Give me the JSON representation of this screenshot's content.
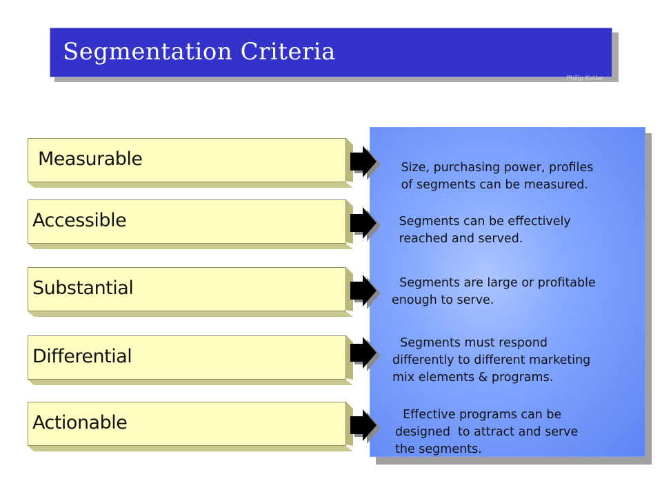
{
  "title": {
    "text": "Segmentation  Criteria",
    "watermark": "Philip Kotler"
  },
  "criteria": [
    {
      "label": "Measurable",
      "description": " Size, purchasing power, profiles\n of segments can be measured."
    },
    {
      "label": "Accessible",
      "description": " Segments can be effectively\n reached and served."
    },
    {
      "label": "Substantial",
      "description": "  Segments are large or profitable\nenough to serve."
    },
    {
      "label": "Differential",
      "description": "  Segments must respond\ndifferently to different marketing\nmix elements & programs."
    },
    {
      "label": "Actionable",
      "description": "  Effective programs can be\ndesigned  to attract and serve\nthe segments."
    }
  ],
  "colors": {
    "title_bar": "#3333cc",
    "criteria_box": "#ffffc4",
    "panel": "#86a9ff",
    "arrow": "#000000"
  },
  "icons": {
    "arrow": "right-arrow-icon"
  }
}
